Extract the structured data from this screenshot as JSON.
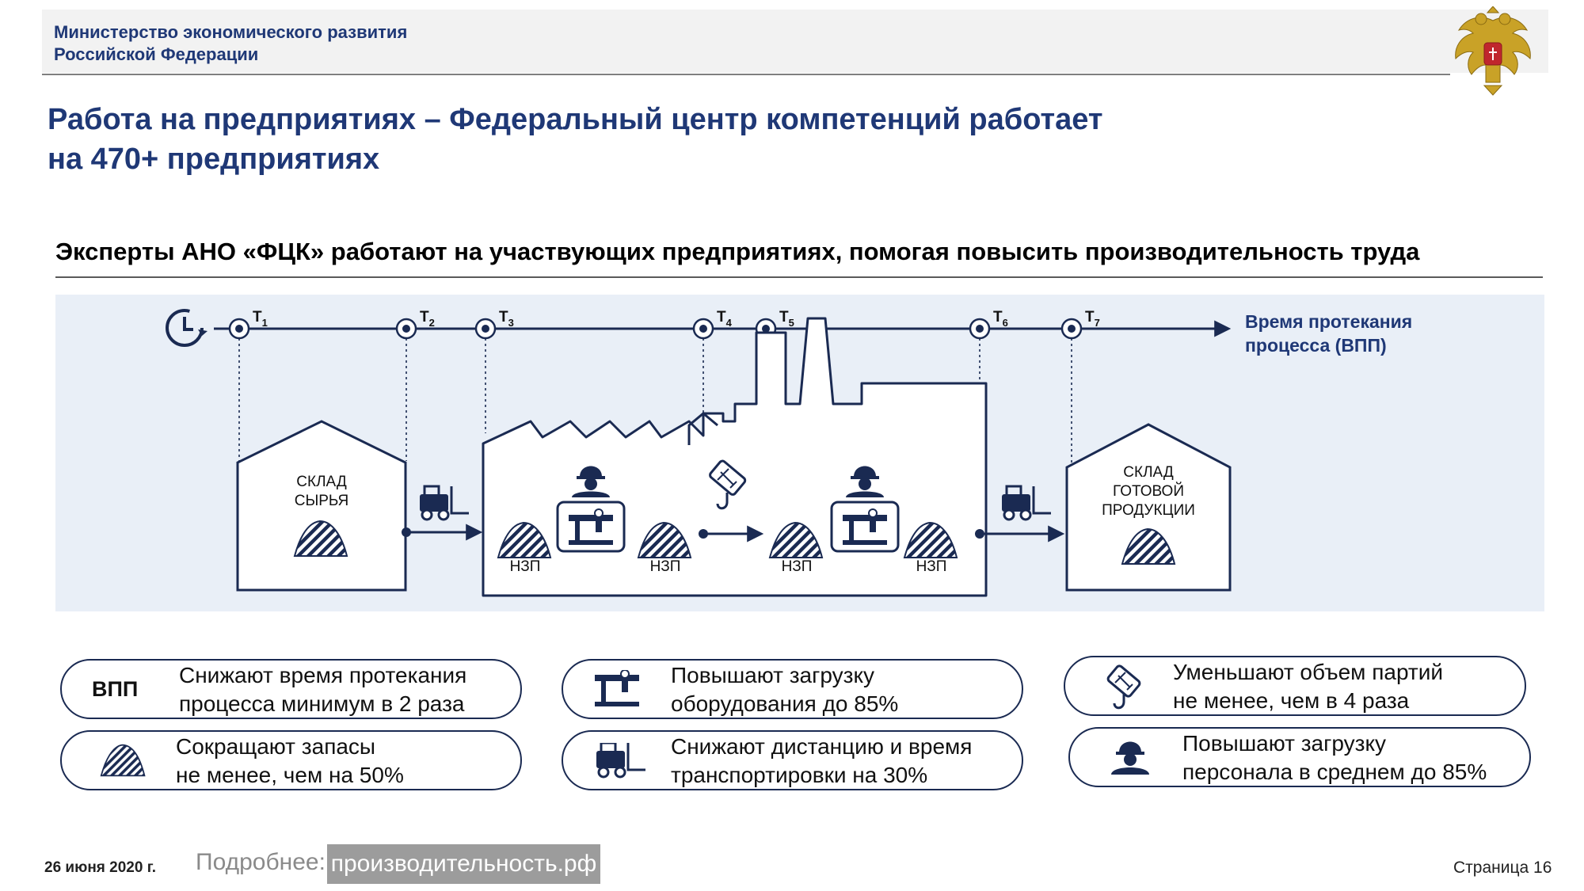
{
  "header": {
    "ministry_line1": "Министерство экономического развития",
    "ministry_line2": "Российской Федерации"
  },
  "title": {
    "line1": "Работа на предприятиях – Федеральный центр компетенций работает",
    "line2": "на 470+ предприятиях"
  },
  "subtitle": "Эксперты АНО «ФЦК» работают на участвующих предприятиях, помогая повысить производительность труда",
  "diagram": {
    "timeline": {
      "points": [
        {
          "t": "T",
          "sub": "1"
        },
        {
          "t": "T",
          "sub": "2"
        },
        {
          "t": "T",
          "sub": "3"
        },
        {
          "t": "T",
          "sub": "4"
        },
        {
          "t": "T",
          "sub": "5"
        },
        {
          "t": "T",
          "sub": "6"
        },
        {
          "t": "T",
          "sub": "7"
        }
      ],
      "label_line1": "Время протекания",
      "label_line2": "процесса (ВПП)"
    },
    "warehouse_raw": {
      "line1": "СКЛАД",
      "line2": "СЫРЬЯ"
    },
    "warehouse_finished": {
      "line1": "СКЛАД",
      "line2": "ГОТОВОЙ",
      "line3": "ПРОДУКЦИИ"
    },
    "wip_label": "НЗП",
    "colors": {
      "navy": "#1a2a52",
      "diagram_bg": "#e9eff7",
      "title_blue": "#1f3876"
    }
  },
  "benefits": [
    {
      "icon": "vpp-label",
      "abbr": "ВПП",
      "line1": "Снижают время протекания",
      "line2": "процесса минимум в 2 раза"
    },
    {
      "icon": "machine-icon",
      "line1": "Повышают загрузку",
      "line2": "оборудования до 85%"
    },
    {
      "icon": "crane-hook-icon",
      "line1": "Уменьшают объем партий",
      "line2": "не менее, чем в 4 раза"
    },
    {
      "icon": "stock-pile-icon",
      "line1": "Сокращают запасы",
      "line2": "не менее, чем на 50%"
    },
    {
      "icon": "forklift-icon",
      "line1": "Снижают дистанцию и время",
      "line2": "транспортировки на 30%"
    },
    {
      "icon": "worker-icon",
      "line1": "Повышают загрузку",
      "line2": "персонала в среднем до 85%"
    }
  ],
  "footer": {
    "date": "26 июня 2020 г.",
    "more_label": "Подробнее:",
    "more_link": "производительность.рф",
    "page": "Страница 16"
  }
}
